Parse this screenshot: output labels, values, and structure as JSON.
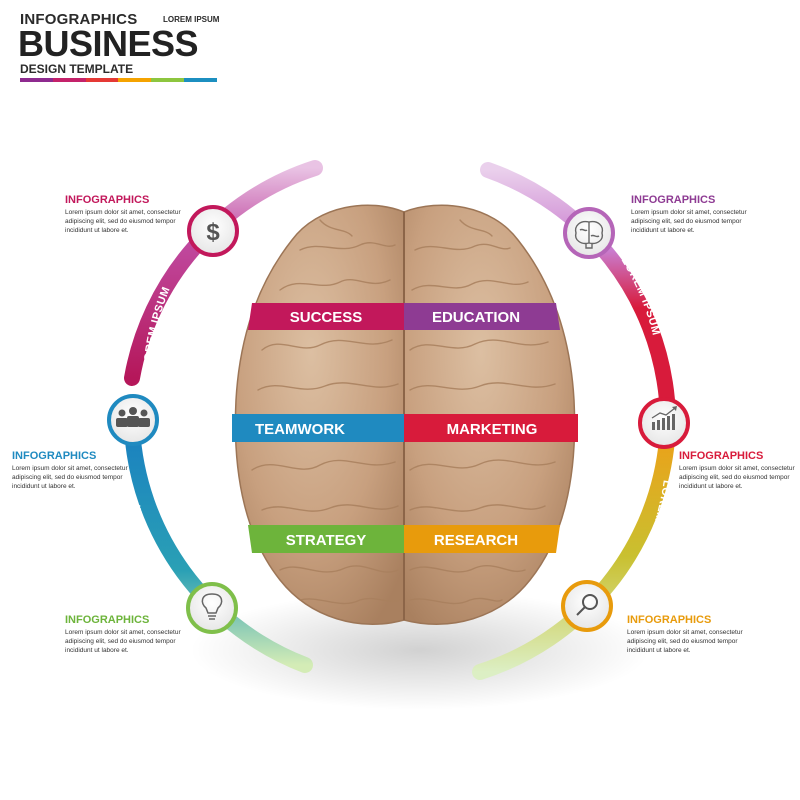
{
  "header": {
    "line1": "INFOGRAPHICS",
    "tag": "LOREM IPSUM",
    "title": "BUSINESS",
    "subtitle": "DESIGN TEMPLATE",
    "bar_colors": [
      "#8e2a8f",
      "#c4226a",
      "#e53935",
      "#f5a300",
      "#8dc63f",
      "#1c8fc0"
    ]
  },
  "colors": {
    "purple": "#8e3b93",
    "magenta": "#c2185b",
    "red": "#d81b3b",
    "orange": "#e89b0c",
    "green": "#6db43b",
    "blue": "#1f8ac0",
    "brain": "#c9a484"
  },
  "info_blocks": [
    {
      "id": "tl",
      "title": "INFOGRAPHICS",
      "color": "#c2185b",
      "lines": [
        "Lorem ipsum dolor sit amet, consectetur",
        "adipiscing elit, sed do eiusmod tempor",
        "incididunt ut labore et."
      ]
    },
    {
      "id": "ml",
      "title": "INFOGRAPHICS",
      "color": "#1f8ac0",
      "lines": [
        "Lorem ipsum dolor sit amet, consectetur",
        "adipiscing elit, sed do eiusmod tempor",
        "incididunt ut labore et."
      ]
    },
    {
      "id": "bl",
      "title": "INFOGRAPHICS",
      "color": "#6db43b",
      "lines": [
        "Lorem ipsum dolor sit amet, consectetur",
        "adipiscing elit, sed do eiusmod tempor",
        "incididunt ut labore et."
      ]
    },
    {
      "id": "tr",
      "title": "INFOGRAPHICS",
      "color": "#8e3b93",
      "lines": [
        "Lorem ipsum dolor sit amet, consectetur",
        "adipiscing elit, sed do eiusmod tempor",
        "incididunt ut labore et."
      ]
    },
    {
      "id": "mr",
      "title": "INFOGRAPHICS",
      "color": "#d81b3b",
      "lines": [
        "Lorem ipsum dolor sit amet, consectetur",
        "adipiscing elit, sed do eiusmod tempor",
        "incididunt ut labore et."
      ]
    },
    {
      "id": "br",
      "title": "INFOGRAPHICS",
      "color": "#e89b0c",
      "lines": [
        "Lorem ipsum dolor sit amet, consectetur",
        "adipiscing elit, sed do eiusmod tempor",
        "incididunt ut labore et."
      ]
    }
  ],
  "arc_labels": {
    "left_top": "LOREM IPSUM",
    "left_bottom": "LOREM IPSUM",
    "right_top": "LOREM IPSUM",
    "right_bottom": "LOREM IPSUM"
  },
  "bands": {
    "success": "SUCCESS",
    "education": "EDUCATION",
    "teamwork": "TEAMWORK",
    "marketing": "MARKETING",
    "strategy": "STRATEGY",
    "research": "RESEARCH"
  },
  "icons": {
    "tl": "dollar-icon",
    "ml": "team-icon",
    "bl": "lightbulb-icon",
    "tr": "brain-icon",
    "mr": "bar-chart-icon",
    "br": "magnifier-icon"
  }
}
